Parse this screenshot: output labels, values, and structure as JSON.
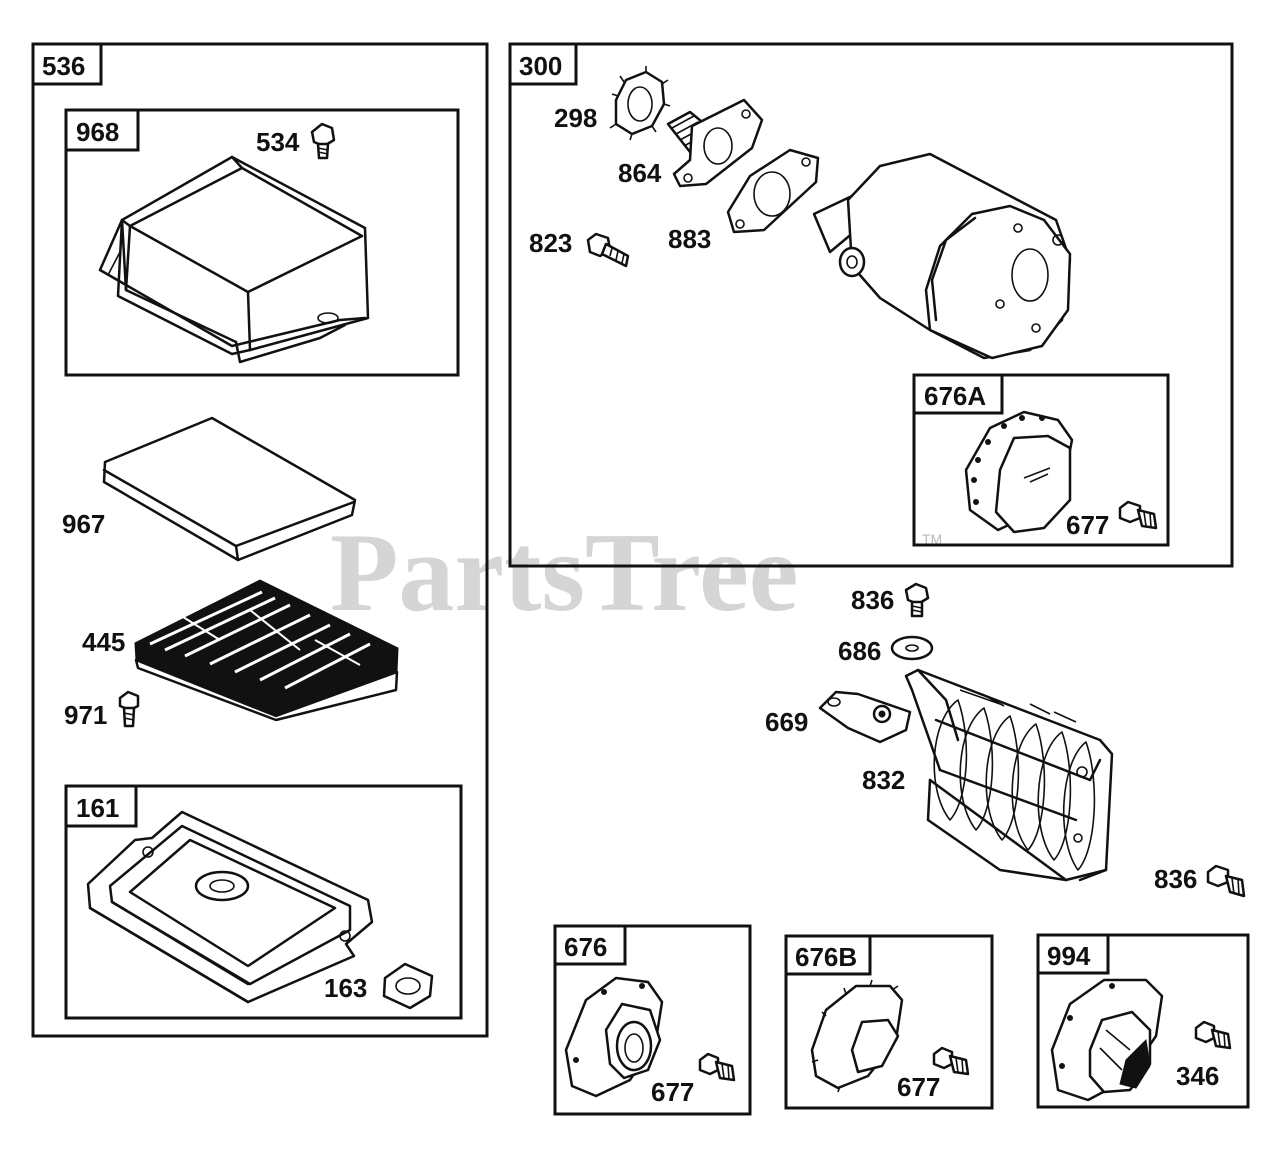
{
  "watermark": {
    "text": "PartsTree",
    "trademark": "TM"
  },
  "groups": {
    "g536": "536",
    "g968": "968",
    "g161": "161",
    "g300": "300",
    "g676A": "676A",
    "g676": "676",
    "g676B": "676B",
    "g994": "994"
  },
  "parts": {
    "p534": "534",
    "p967": "967",
    "p445": "445",
    "p971": "971",
    "p163": "163",
    "p298": "298",
    "p864": "864",
    "p823": "823",
    "p883": "883",
    "p677a": "677",
    "p836a": "836",
    "p686": "686",
    "p669": "669",
    "p832": "832",
    "p836b": "836",
    "p677b": "677",
    "p677c": "677",
    "p346": "346"
  }
}
